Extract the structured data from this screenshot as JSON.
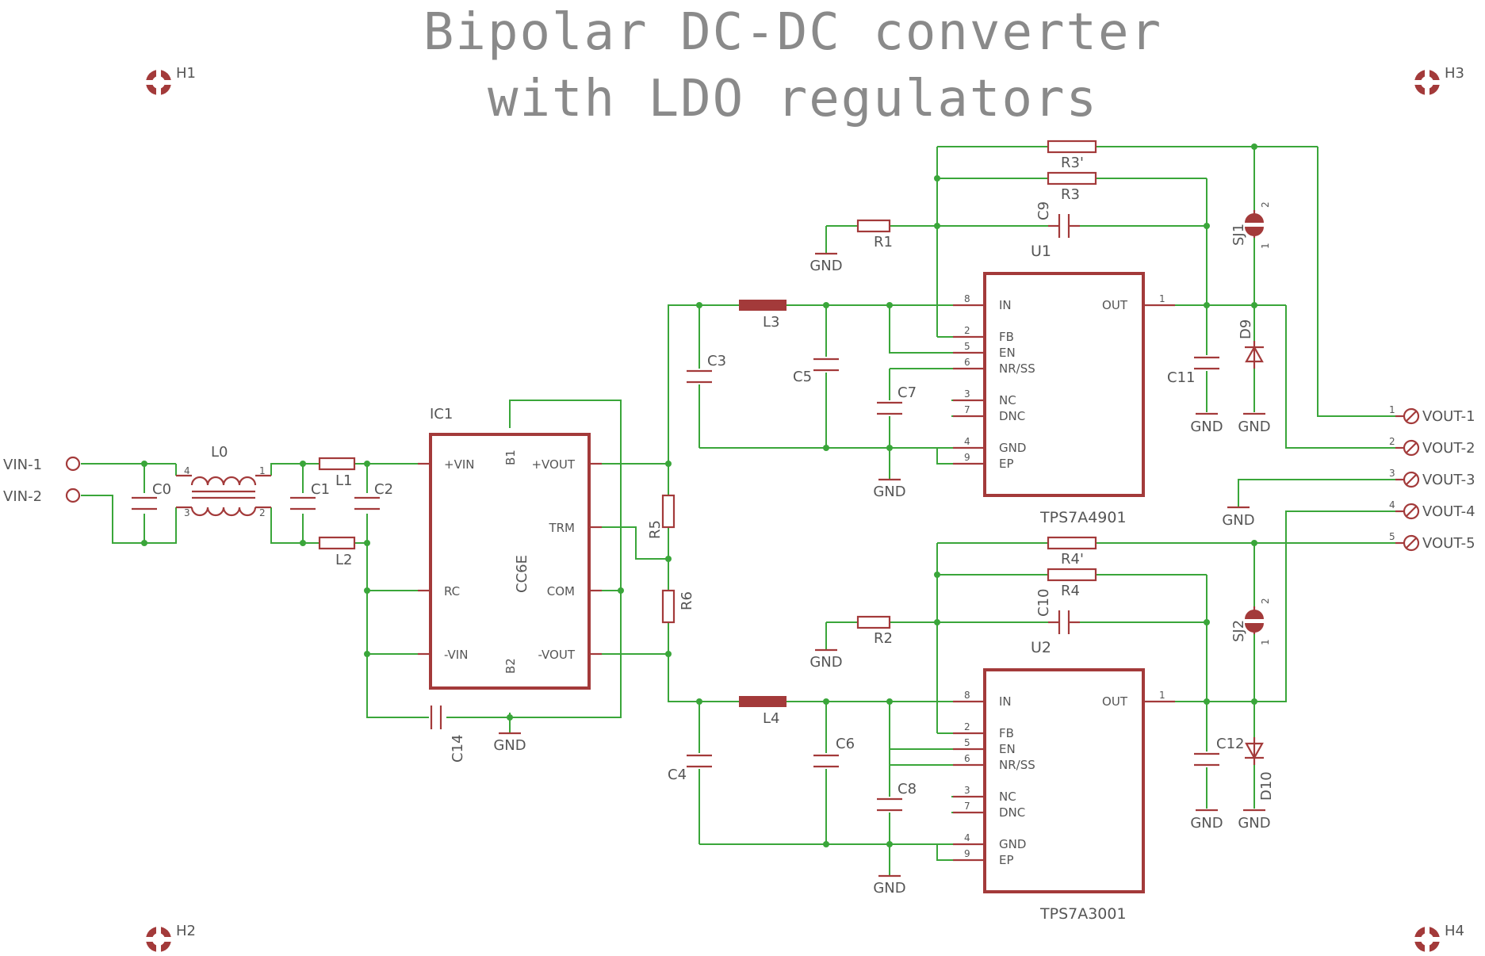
{
  "title": {
    "line1": "Bipolar DC-DC converter",
    "line2": "with LDO regulators"
  },
  "holes": [
    "H1",
    "H2",
    "H3",
    "H4"
  ],
  "inputs": [
    "VIN-1",
    "VIN-2"
  ],
  "outputs": [
    "VOUT-1",
    "VOUT-2",
    "VOUT-3",
    "VOUT-4",
    "VOUT-5"
  ],
  "output_pins": [
    "1",
    "2",
    "3",
    "4",
    "5"
  ],
  "gnd": "GND",
  "components": {
    "L0": "L0",
    "C0": "C0",
    "L1": "L1",
    "L2": "L2",
    "C1": "C1",
    "C2": "C2",
    "C14": "C14",
    "R5": "R5",
    "R6": "R6",
    "L3": "L3",
    "L4": "L4",
    "C3": "C3",
    "C4": "C4",
    "C5": "C5",
    "C6": "C6",
    "C7": "C7",
    "C8": "C8",
    "R1": "R1",
    "R2": "R2",
    "R3": "R3",
    "R3p": "R3'",
    "R4": "R4",
    "R4p": "R4'",
    "C9": "C9",
    "C10": "C10",
    "C11": "C11",
    "C12": "C12",
    "SJ1": "SJ1",
    "SJ2": "SJ2",
    "D9": "D9",
    "D10": "D10"
  },
  "ic1": {
    "ref": "IC1",
    "part": "CC6E",
    "pins": {
      "vin_p": "+VIN",
      "rc": "RC",
      "vin_n": "-VIN",
      "b1": "B1",
      "b2": "B2",
      "vout_p": "+VOUT",
      "trm": "TRM",
      "com": "COM",
      "vout_n": "-VOUT"
    }
  },
  "u1": {
    "ref": "U1",
    "part": "TPS7A4901"
  },
  "u2": {
    "ref": "U2",
    "part": "TPS7A3001"
  },
  "ldo_pins": {
    "names": [
      "IN",
      "FB",
      "EN",
      "NR/SS",
      "NC",
      "DNC",
      "GND",
      "EP"
    ],
    "numbers": [
      "8",
      "2",
      "5",
      "6",
      "3",
      "7",
      "4",
      "9"
    ],
    "out": "OUT",
    "out_num": "1"
  },
  "l0_pins": [
    "4",
    "1",
    "3",
    "2"
  ],
  "sj_pins": [
    "2",
    "1"
  ]
}
